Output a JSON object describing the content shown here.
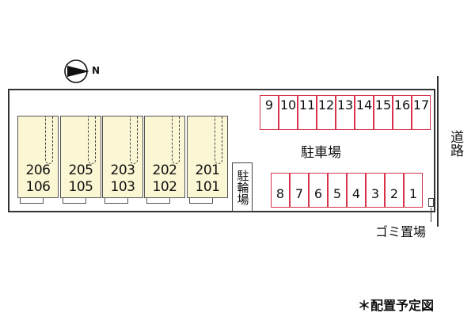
{
  "compass": {
    "north_label": "N"
  },
  "buildings": [
    {
      "upper": "206",
      "lower": "106"
    },
    {
      "upper": "205",
      "lower": "105"
    },
    {
      "upper": "203",
      "lower": "103"
    },
    {
      "upper": "202",
      "lower": "102"
    },
    {
      "upper": "201",
      "lower": "101"
    }
  ],
  "bike_parking": {
    "label": "駐輪場"
  },
  "parking": {
    "label": "駐車場",
    "row_top": [
      "9",
      "10",
      "11",
      "12",
      "13",
      "14",
      "15",
      "16",
      "17"
    ],
    "row_bottom": [
      "8",
      "7",
      "6",
      "5",
      "4",
      "3",
      "2",
      "1"
    ]
  },
  "road": {
    "label": "道路"
  },
  "trash": {
    "label": "ゴミ置場"
  },
  "note": "＊配置予定図",
  "colors": {
    "stall_border": "#d7334c",
    "building_fill": "#fbf6d3"
  }
}
